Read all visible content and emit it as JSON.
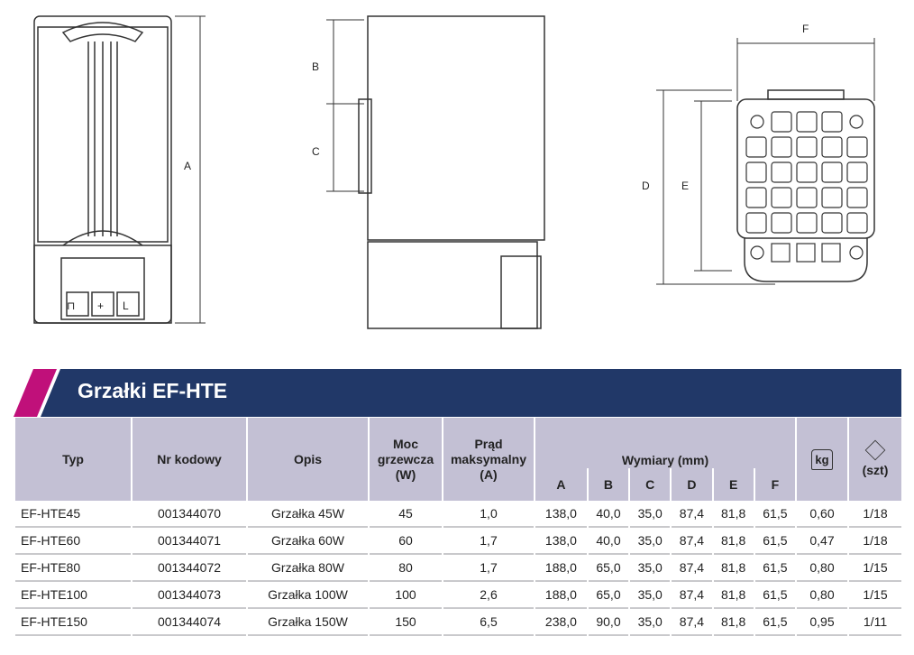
{
  "drawing_labels": {
    "a": "A",
    "b": "B",
    "c": "C",
    "d": "D",
    "e": "E",
    "f": "F"
  },
  "terminal_labels": [
    "⊓",
    "+",
    "L"
  ],
  "title": "Grzałki EF-HTE",
  "headers": {
    "typ": "Typ",
    "nr": "Nr kodowy",
    "opis": "Opis",
    "moc": "Moc grzewcza (W)",
    "prad": "Prąd maksymalny (A)",
    "wymiary": "Wymiary (mm)",
    "dims": [
      "A",
      "B",
      "C",
      "D",
      "E",
      "F"
    ],
    "kg": "kg",
    "szt": "(szt)"
  },
  "colors": {
    "banner": "#213868",
    "accent": "#c0107a",
    "header_bg": "#c3c0d4"
  },
  "rows": [
    [
      "EF-HTE45",
      "001344070",
      "Grzałka 45W",
      "45",
      "1,0",
      "138,0",
      "40,0",
      "35,0",
      "87,4",
      "81,8",
      "61,5",
      "0,60",
      "1/18"
    ],
    [
      "EF-HTE60",
      "001344071",
      "Grzałka 60W",
      "60",
      "1,7",
      "138,0",
      "40,0",
      "35,0",
      "87,4",
      "81,8",
      "61,5",
      "0,47",
      "1/18"
    ],
    [
      "EF-HTE80",
      "001344072",
      "Grzałka 80W",
      "80",
      "1,7",
      "188,0",
      "65,0",
      "35,0",
      "87,4",
      "81,8",
      "61,5",
      "0,80",
      "1/15"
    ],
    [
      "EF-HTE100",
      "001344073",
      "Grzałka 100W",
      "100",
      "2,6",
      "188,0",
      "65,0",
      "35,0",
      "87,4",
      "81,8",
      "61,5",
      "0,80",
      "1/15"
    ],
    [
      "EF-HTE150",
      "001344074",
      "Grzałka 150W",
      "150",
      "6,5",
      "238,0",
      "90,0",
      "35,0",
      "87,4",
      "81,8",
      "61,5",
      "0,95",
      "1/11"
    ]
  ]
}
